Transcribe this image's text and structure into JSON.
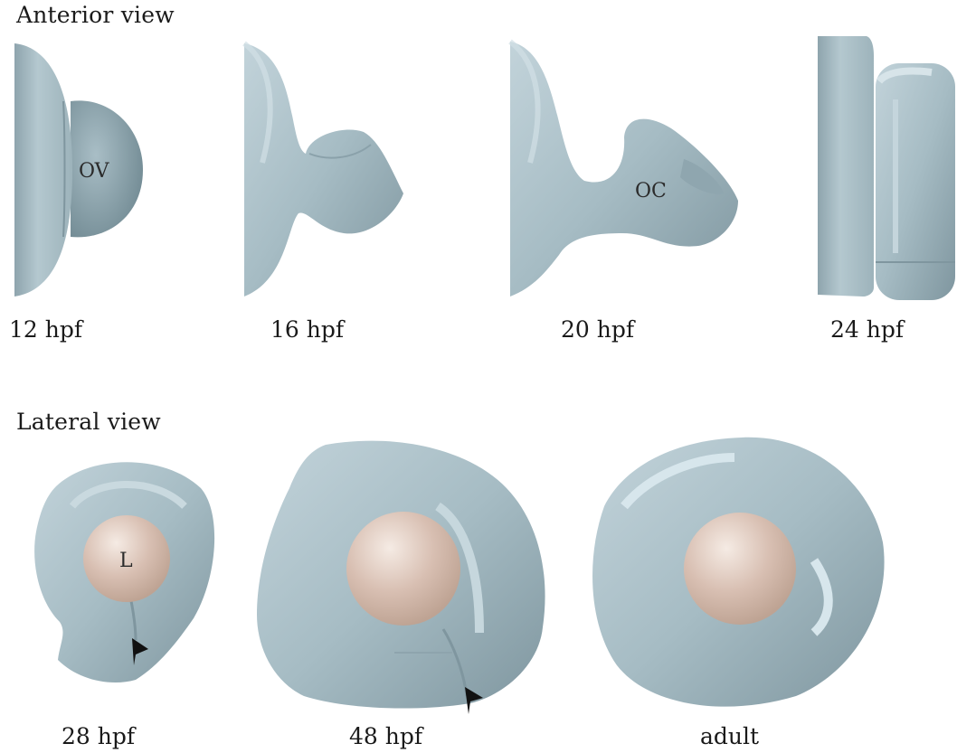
{
  "headings": {
    "anterior": "Anterior view",
    "lateral": "Lateral view"
  },
  "stages": {
    "s12": "12 hpf",
    "s16": "16 hpf",
    "s20": "20 hpf",
    "s24": "24 hpf",
    "s28": "28 hpf",
    "s48": "48 hpf",
    "adult": "adult"
  },
  "structure_labels": {
    "optic_vesicle": "OV",
    "optic_cup": "OC",
    "lens": "L"
  },
  "colors": {
    "tissue": "#a9bec6",
    "tissue_dark": "#7f969f",
    "tissue_light": "#d6e3e8",
    "lens": "#d9c0b3",
    "lens_highlight": "#f3e6dd",
    "arrowhead": "#111111"
  }
}
